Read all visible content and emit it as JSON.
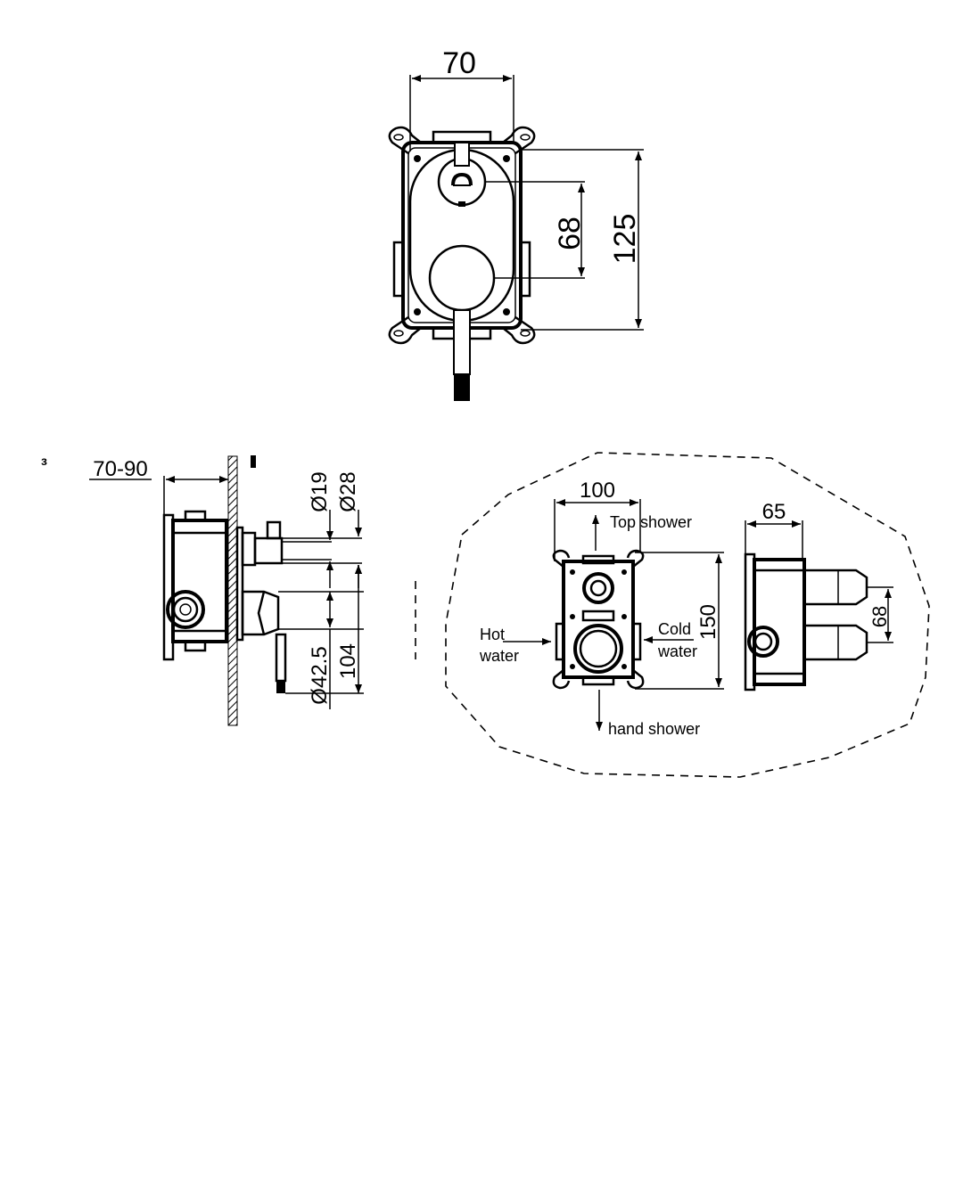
{
  "front_view": {
    "width_dim": "70",
    "height_dim": "125",
    "axis_dim": "68"
  },
  "side_view": {
    "depth_dim": "70-90",
    "d_top_inner": "Ø19",
    "d_top_outer": "Ø28",
    "d_bottom": "Ø42.5",
    "height_dim": "104",
    "note_mark": "з"
  },
  "box_front": {
    "width_dim": "100",
    "height_dim": "150",
    "top_outlet": "Top shower",
    "bottom_outlet": "hand shower",
    "hot_line1": "Hot",
    "hot_line2": "water",
    "cold_line1": "Cold",
    "cold_line2": "water"
  },
  "box_side": {
    "depth_dim": "65",
    "axis_dim": "68"
  }
}
